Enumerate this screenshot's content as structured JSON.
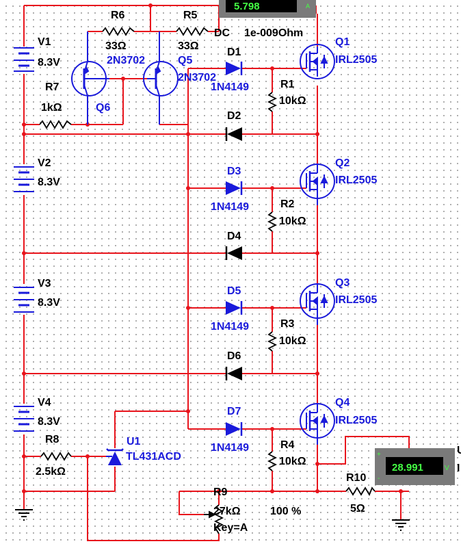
{
  "components": {
    "V1": {
      "ref": "V1",
      "value": "8.3V"
    },
    "V2": {
      "ref": "V2",
      "value": "8.3V"
    },
    "V3": {
      "ref": "V3",
      "value": "8.3V"
    },
    "V4": {
      "ref": "V4",
      "value": "8.3V"
    },
    "R5": {
      "ref": "R5",
      "value": "33Ω"
    },
    "R6": {
      "ref": "R6",
      "value": "33Ω"
    },
    "R7": {
      "ref": "R7",
      "value": "1kΩ"
    },
    "R8": {
      "ref": "R8",
      "value": "2.5kΩ"
    },
    "R1": {
      "ref": "R1",
      "value": "10kΩ"
    },
    "R2": {
      "ref": "R2",
      "value": "10kΩ"
    },
    "R3": {
      "ref": "R3",
      "value": "10kΩ"
    },
    "R4": {
      "ref": "R4",
      "value": "10kΩ"
    },
    "R9": {
      "ref": "R9",
      "value": "27kΩ",
      "key": "Key=A",
      "setting": "100 %"
    },
    "R10": {
      "ref": "R10",
      "value": "5Ω"
    },
    "Q5": {
      "ref": "Q5",
      "model": "2N3702"
    },
    "Q6": {
      "ref": "Q6",
      "model": "2N3702"
    },
    "Q1": {
      "ref": "Q1",
      "model": "IRL2505"
    },
    "Q2": {
      "ref": "Q2",
      "model": "IRL2505"
    },
    "Q3": {
      "ref": "Q3",
      "model": "IRL2505"
    },
    "Q4": {
      "ref": "Q4",
      "model": "IRL2505"
    },
    "D1": {
      "ref": "D1",
      "model": "1N4149"
    },
    "D2": {
      "ref": "D2"
    },
    "D3": {
      "ref": "D3",
      "model": "1N4149"
    },
    "D4": {
      "ref": "D4"
    },
    "D5": {
      "ref": "D5",
      "model": "1N4149"
    },
    "D6": {
      "ref": "D6"
    },
    "D7": {
      "ref": "D7",
      "model": "1N4149"
    },
    "U1": {
      "ref": "U1",
      "model": "TL431ACD"
    }
  },
  "meters": {
    "top": {
      "reading": "5.798",
      "unit": "A",
      "mode": "DC",
      "resistance": "1e-009Ohm"
    },
    "right": {
      "reading": "28.991",
      "unit": "V",
      "tag_top": "U",
      "tag_bottom": "I"
    }
  },
  "colors": {
    "wire": "#e8141c",
    "component": "#1a1adb",
    "label_black": "#000000",
    "label_blue": "#1a1adb",
    "meter_display": "#000000",
    "meter_text": "#44ff44",
    "meter_body": "#7a7a7a"
  }
}
